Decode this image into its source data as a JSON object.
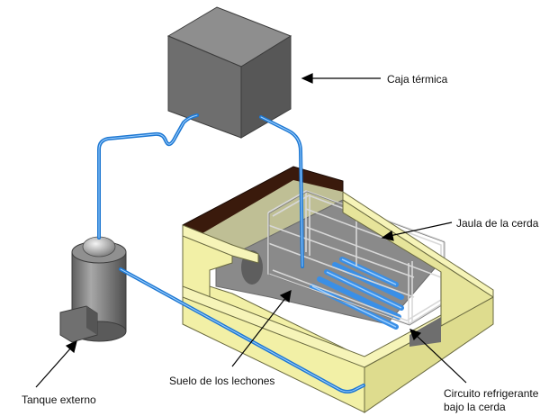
{
  "labels": {
    "caja": "Caja térmica",
    "jaula": "Jaula de la cerda",
    "tanque": "Tanque externo",
    "suelo": "Suelo de los lechones",
    "circuito_1": "Circuito refrigerante",
    "circuito_2": "bajo la cerda"
  },
  "colors": {
    "pipe": "#1e78d2",
    "pipe_highlight": "#9fd0ff",
    "box_front": "#6e6e6e",
    "box_side": "#575757",
    "box_top": "#8e8e8e",
    "tank": "#7c7c7c",
    "pen_yellow": "#f2f0a6",
    "pen_dark": "#3a1a0c",
    "floor_gray": "#8a8a8a",
    "coil_blue": "#3a8fe6"
  }
}
